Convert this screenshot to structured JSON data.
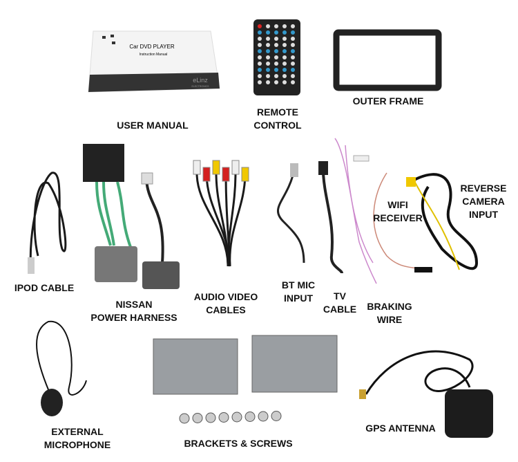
{
  "manual": {
    "title": "Car DVD PLAYER",
    "subtitle": "Instruction Manual",
    "brand": "eLinz",
    "brand_sub": "ELECTRONICS"
  },
  "labels": {
    "user_manual": "USER MANUAL",
    "remote_control": [
      "REMOTE",
      "CONTROL"
    ],
    "outer_frame": "OUTER FRAME",
    "ipod_cable": "IPOD CABLE",
    "power_harness": [
      "NISSAN",
      "POWER HARNESS"
    ],
    "audio_video": [
      "AUDIO VIDEO",
      "CABLES"
    ],
    "bt_mic": [
      "BT MIC",
      "INPUT"
    ],
    "tv_cable": [
      "TV",
      "CABLE"
    ],
    "braking_wire": [
      "BRAKING",
      "WIRE"
    ],
    "wifi": [
      "WIFI",
      "RECEIVER"
    ],
    "reverse_camera": [
      "REVERSE",
      "CAMERA",
      "INPUT"
    ],
    "external_mic": [
      "EXTERNAL",
      "MICROPHONE"
    ],
    "brackets": "BRACKETS & SCREWS",
    "gps": "GPS ANTENNA"
  },
  "colors": {
    "rca_red": "#d42020",
    "rca_yellow": "#f0c800",
    "rca_white": "#eeeeee",
    "cable": "#1a1a1a",
    "metal": "#9a9ea2"
  }
}
